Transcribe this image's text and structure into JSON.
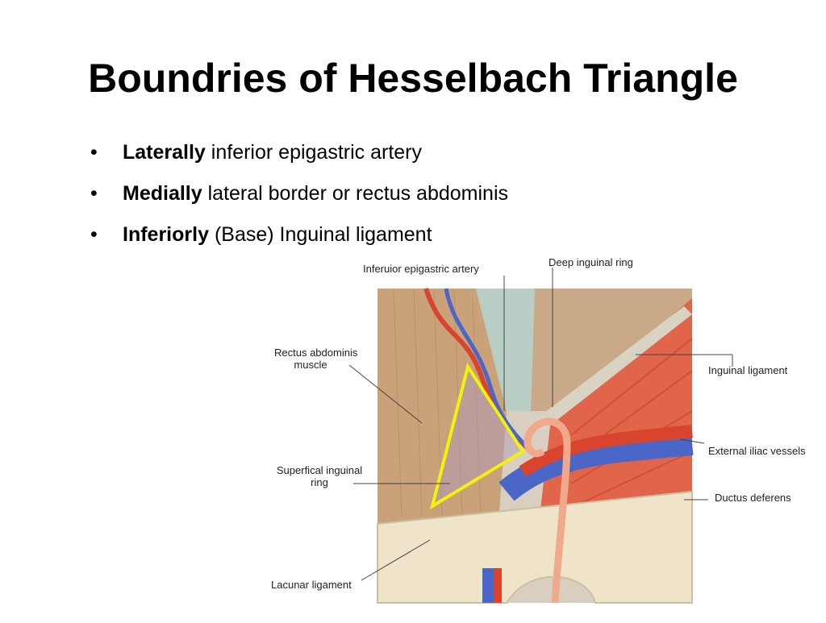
{
  "title": "Boundries of Hesselbach Triangle",
  "bullets": [
    {
      "term": "Laterally",
      "text": "inferior epigastric artery"
    },
    {
      "term": "Medially",
      "text": "lateral border or rectus abdominis"
    },
    {
      "term": "Inferiorly",
      "text": "(Base) Inguinal ligament"
    }
  ],
  "bullet_glyph": "•",
  "diagram": {
    "labels": {
      "inferior_epigastric_artery": "Inferuior epigastric artery",
      "deep_inguinal_ring": "Deep inguinal ring",
      "rectus_abdominis_line1": "Rectus abdominis",
      "rectus_abdominis_line2": "muscle",
      "inguinal_ligament": "Inguinal ligament",
      "external_iliac_vessels": "External iliac vessels",
      "superficial_inguinal_ring_line1": "Superfical inguinal",
      "superficial_inguinal_ring_line2": "ring",
      "ductus_deferens": "Ductus deferens",
      "lacunar_ligament": "Lacunar ligament"
    },
    "colors": {
      "triangle_outline": "#f2f20a",
      "rectus_muscle": "#c9a27a",
      "artery": "#d9442f",
      "vein": "#4a66c6",
      "ductus": "#f0a98a",
      "iliac_muscle": "#e0654a",
      "bone": "#efe3c9"
    }
  }
}
